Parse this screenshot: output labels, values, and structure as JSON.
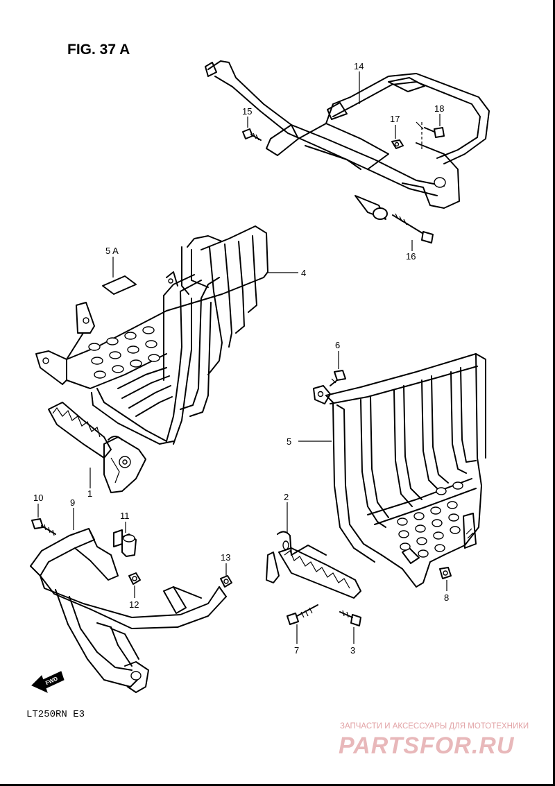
{
  "figure": {
    "title": "FIG. 37 A",
    "model": "LT250RN  E3"
  },
  "callouts": {
    "c1": "1",
    "c2": "2",
    "c3": "3",
    "c4": "4",
    "c5": "5",
    "c5a": "5 A",
    "c6": "6",
    "c7": "7",
    "c8": "8",
    "c9": "9",
    "c10": "10",
    "c11": "11",
    "c12": "12",
    "c13": "13",
    "c14": "14",
    "c15": "15",
    "c16": "16",
    "c17": "17",
    "c18": "18"
  },
  "direction_arrow": {
    "label": "FWD",
    "icon": "forward-arrow-icon"
  },
  "watermark": {
    "tagline": "ЗАПЧАСТИ И АКСЕССУАРЫ ДЛЯ МОТОТЕХНИКИ",
    "logo_text": "PARTSFOR.RU",
    "color": "#e8b8ba"
  }
}
